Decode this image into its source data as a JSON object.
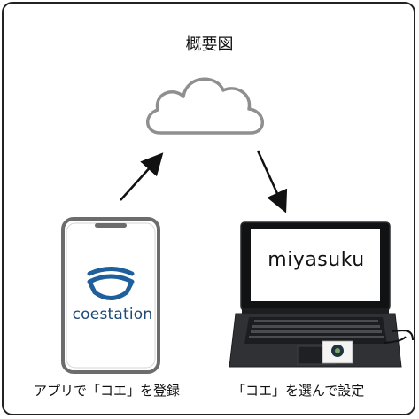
{
  "diagram": {
    "title": "概要図",
    "left_caption": "アプリで「コエ」を登録",
    "right_caption": "「コエ」を選んで設定",
    "phone_app_name": "coestation",
    "laptop_screen_text": "miyasuku",
    "icons": {
      "cloud": "cloud-icon",
      "phone": "smartphone-icon",
      "laptop": "laptop-icon",
      "app_logo": "coestation-logo-icon",
      "arrow_up": "arrow-up-right-icon",
      "arrow_down": "arrow-down-right-icon"
    },
    "colors": {
      "frame": "#222222",
      "cloud_stroke": "#8f8f8f",
      "phone_stroke": "#666666",
      "app_logo": "#1e5f9c",
      "laptop_body": "#2f3134",
      "laptop_bezel": "#111214"
    }
  }
}
